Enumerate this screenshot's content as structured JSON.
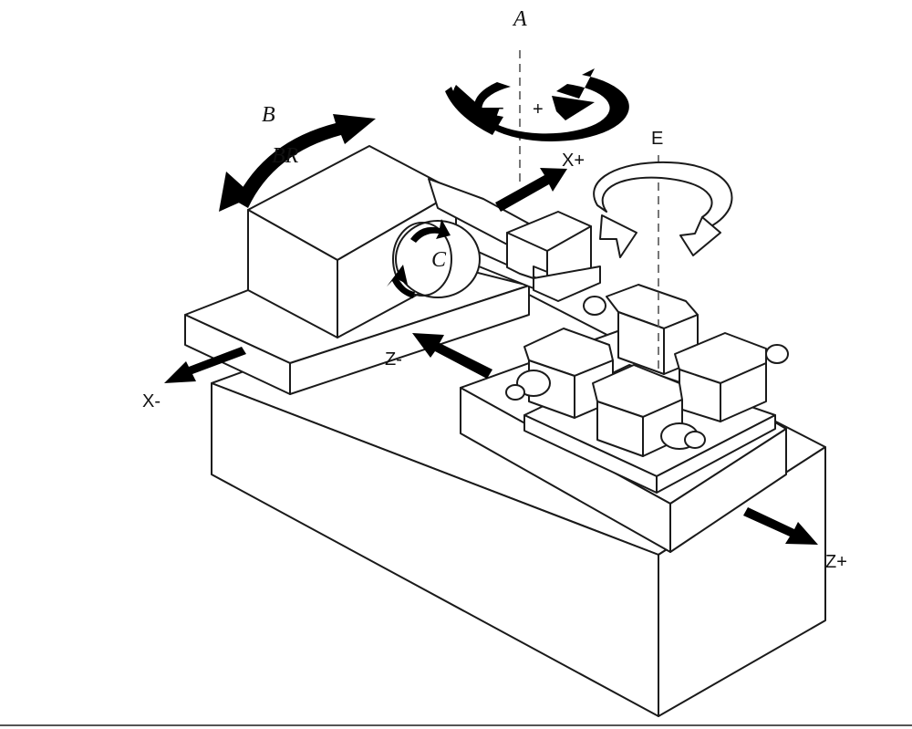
{
  "labels": {
    "A": "A",
    "B": "B",
    "BR": "BR",
    "C": "C",
    "E": "E",
    "x_plus": "X+",
    "x_minus": "X-",
    "z_plus": "Z+",
    "z_minus": "Z-",
    "minus_sign": "-",
    "plus_sign": "+"
  },
  "colors": {
    "line": "#1a1a1a",
    "arrow_fill": "#000000",
    "background": "#ffffff"
  }
}
